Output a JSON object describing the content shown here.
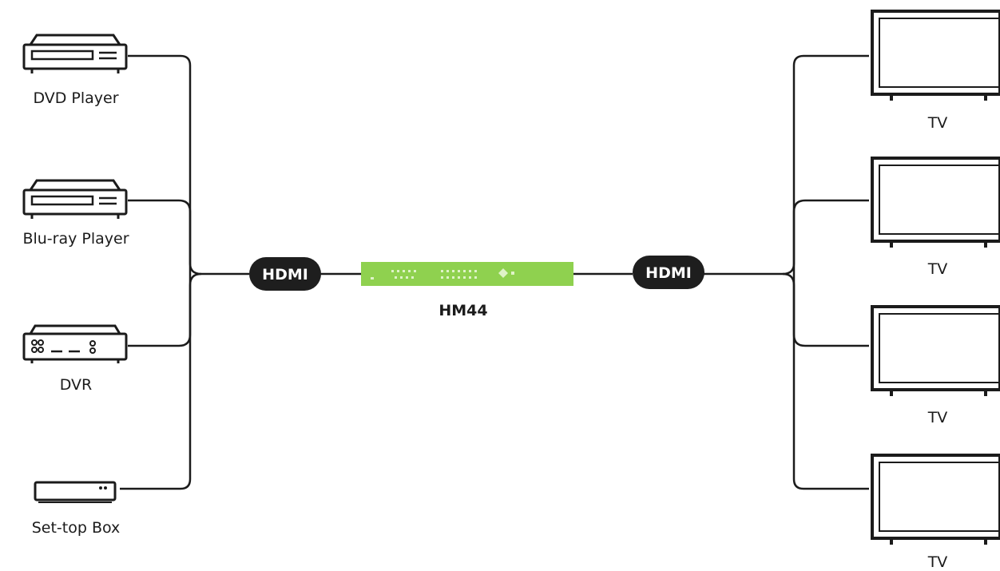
{
  "sources": [
    {
      "id": "dvd",
      "label": "DVD Player",
      "icon": "dvd-player-icon"
    },
    {
      "id": "bluray",
      "label": "Blu-ray Player",
      "icon": "bluray-player-icon"
    },
    {
      "id": "dvr",
      "label": "DVR",
      "icon": "dvr-icon"
    },
    {
      "id": "stb",
      "label": "Set-top Box",
      "icon": "set-top-box-icon"
    }
  ],
  "input_connector": {
    "label": "HDMI"
  },
  "output_connector": {
    "label": "HDMI"
  },
  "matrix": {
    "label": "HM44",
    "color": "#8fd14f"
  },
  "displays": [
    {
      "label": "TV",
      "icon": "tv-icon"
    },
    {
      "label": "TV",
      "icon": "tv-icon"
    },
    {
      "label": "TV",
      "icon": "tv-icon"
    },
    {
      "label": "TV",
      "icon": "tv-icon"
    }
  ],
  "colors": {
    "line": "#1b1b1b",
    "pill": "#1e1e1e",
    "device": "#1b1b1b"
  }
}
